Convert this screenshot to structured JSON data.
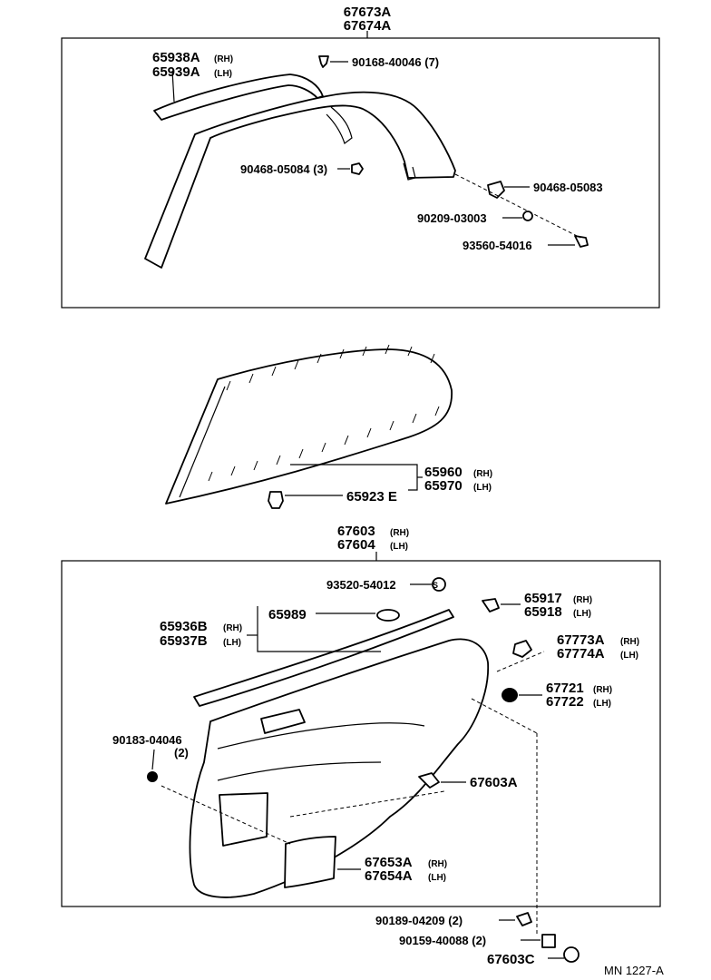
{
  "sections": {
    "top": {
      "header_1": "67673A",
      "header_2": "67674A",
      "labels": {
        "a1": "65938A",
        "a1s": "(RH)",
        "a2": "65939A",
        "a2s": "(LH)",
        "b": "90168-40046 (7)",
        "c": "90468-05084 (3)",
        "d": "90468-05083",
        "e": "90209-03003",
        "f": "93560-54016"
      }
    },
    "middle": {
      "labels": {
        "g1": "65960",
        "g1s": "(RH)",
        "g2": "65970",
        "g2s": "(LH)",
        "h": "65923 E"
      }
    },
    "bottom": {
      "header_1": "67603",
      "header_1s": "(RH)",
      "header_2": "67604",
      "header_2s": "(LH)",
      "labels": {
        "i": "93520-54012",
        "j1": "65917",
        "j1s": "(RH)",
        "j2": "65918",
        "j2s": "(LH)",
        "k": "65989",
        "l1": "65936B",
        "l1s": "(RH)",
        "l2": "65937B",
        "l2s": "(LH)",
        "m1": "67773A",
        "m1s": "(RH)",
        "m2": "67774A",
        "m2s": "(LH)",
        "n1": "67721",
        "n1s": "(RH)",
        "n2": "67722",
        "n2s": "(LH)",
        "o1": "90183-04046",
        "o2": "(2)",
        "p": "67603A",
        "q1": "67653A",
        "q1s": "(RH)",
        "q2": "67654A",
        "q2s": "(LH)"
      }
    },
    "loose": {
      "r": "90189-04209 (2)",
      "s": "90159-40088 (2)",
      "t": "67603C",
      "code": "MN 1227-A"
    }
  }
}
